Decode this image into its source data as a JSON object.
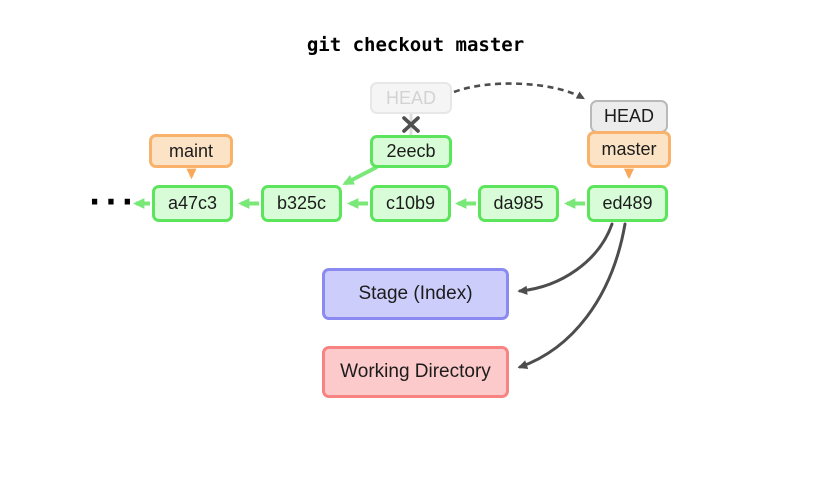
{
  "title": "git checkout master",
  "ellipsis": "···",
  "commits": [
    "a47c3",
    "b325c",
    "c10b9",
    "da985",
    "ed489"
  ],
  "detached_commit": "2eecb",
  "head": {
    "old_label": "HEAD",
    "new_label": "HEAD"
  },
  "branches": {
    "maint": "maint",
    "master": "master"
  },
  "areas": {
    "stage": "Stage (Index)",
    "working_directory": "Working Directory"
  },
  "colors": {
    "green_border": "#5ce55c",
    "green_fill": "#d8fcd8",
    "green_arrow": "#79e879",
    "orange_border": "#f8b26c",
    "orange_fill": "#fce3c5",
    "orange_arrow": "#f9a85a",
    "purple_border": "#8a8af0",
    "purple_fill": "#cdcdfb",
    "red_border": "#f78383",
    "red_fill": "#fccaca",
    "gray_border": "#b9b9b9",
    "gray_fill": "#ececec",
    "faded_border": "#e7e7e7",
    "faded_fill": "#f5f5f5",
    "faded_text": "#d3d3d3",
    "dark_arrow": "#4d4d4d"
  }
}
